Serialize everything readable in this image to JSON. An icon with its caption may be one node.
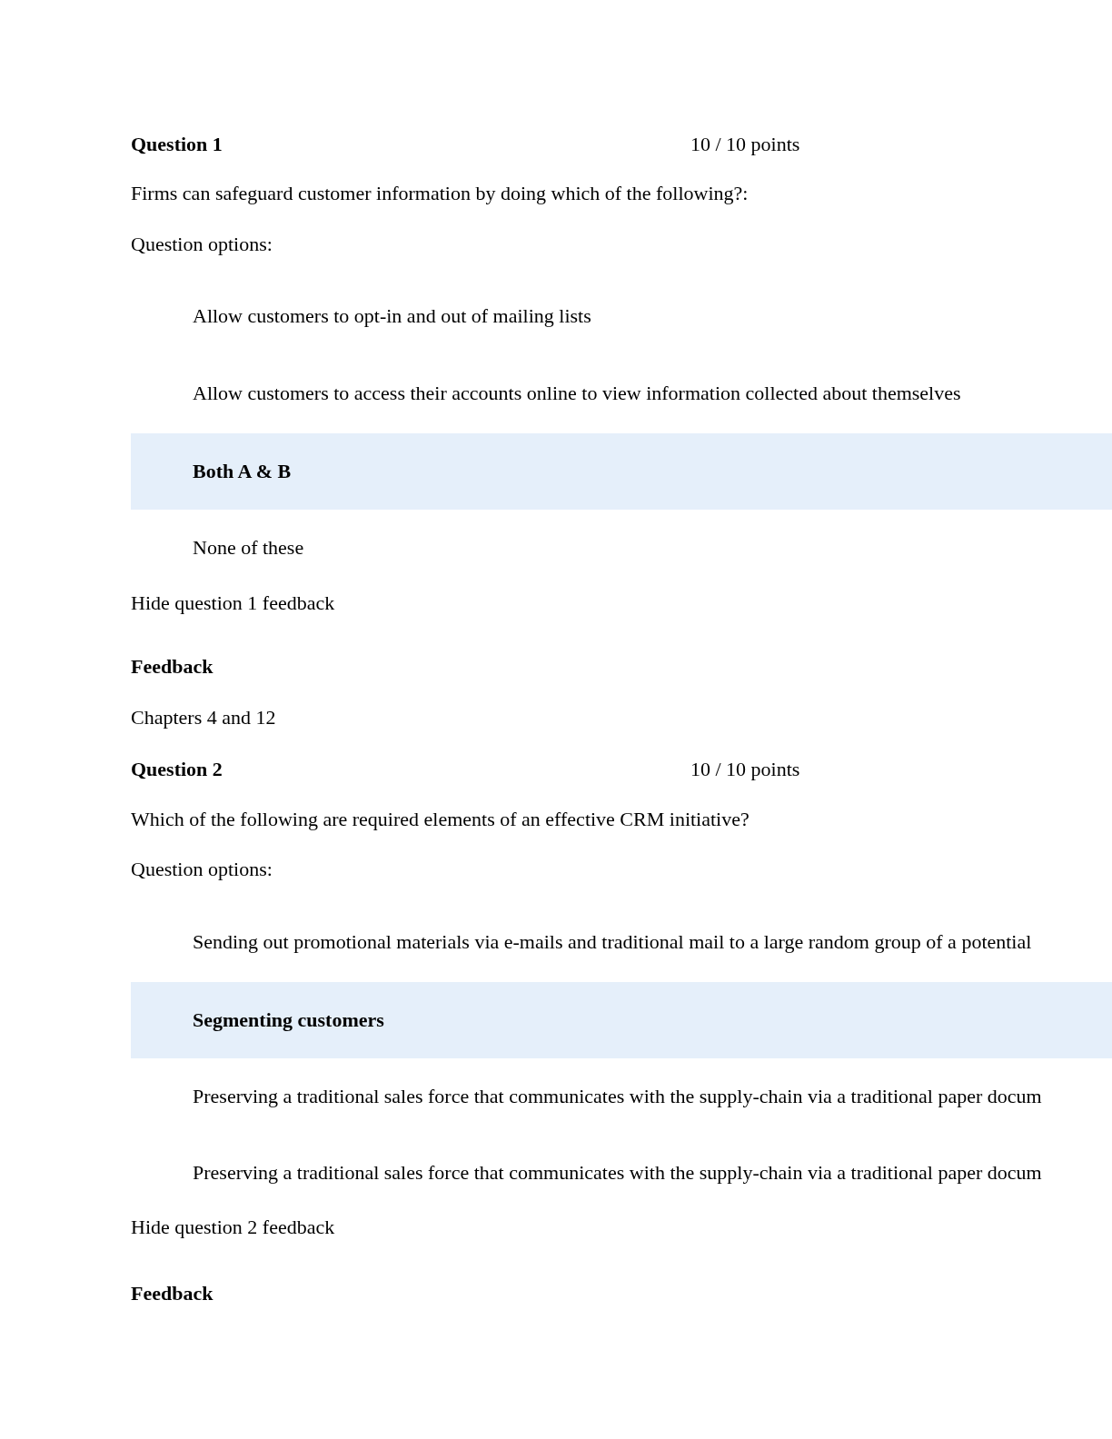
{
  "diagram": {
    "nodes": [
      {
        "text": [
          "Both A & B"
        ]
      },
      {
        "text": [
          "Segmenting customers"
        ]
      }
    ],
    "labels": [
      "Question 1",
      "10 / 10 points",
      "Firms can safeguard customer information by doing which of the following?:",
      "Question options:",
      "Allow customers to opt-in and out of mailing lists",
      "Allow customers to access their accounts online to view information collected about themselves",
      "None of these",
      "Hide question 1 feedback",
      "Feedback",
      "Chapters 4 and 12",
      "Question 2",
      "10 / 10 points",
      "Which of the following are required elements of an effective CRM initiative?",
      "Question options:",
      "Sending out promotional materials via e-mails and traditional mail to a large random group of a potential",
      "Preserving a traditional sales force that communicates with the supply-chain via a traditional paper docum",
      "Preserving a traditional sales force that communicates with the supply-chain via a traditional paper docum",
      "Hide question 2 feedback",
      "Feedback"
    ]
  }
}
